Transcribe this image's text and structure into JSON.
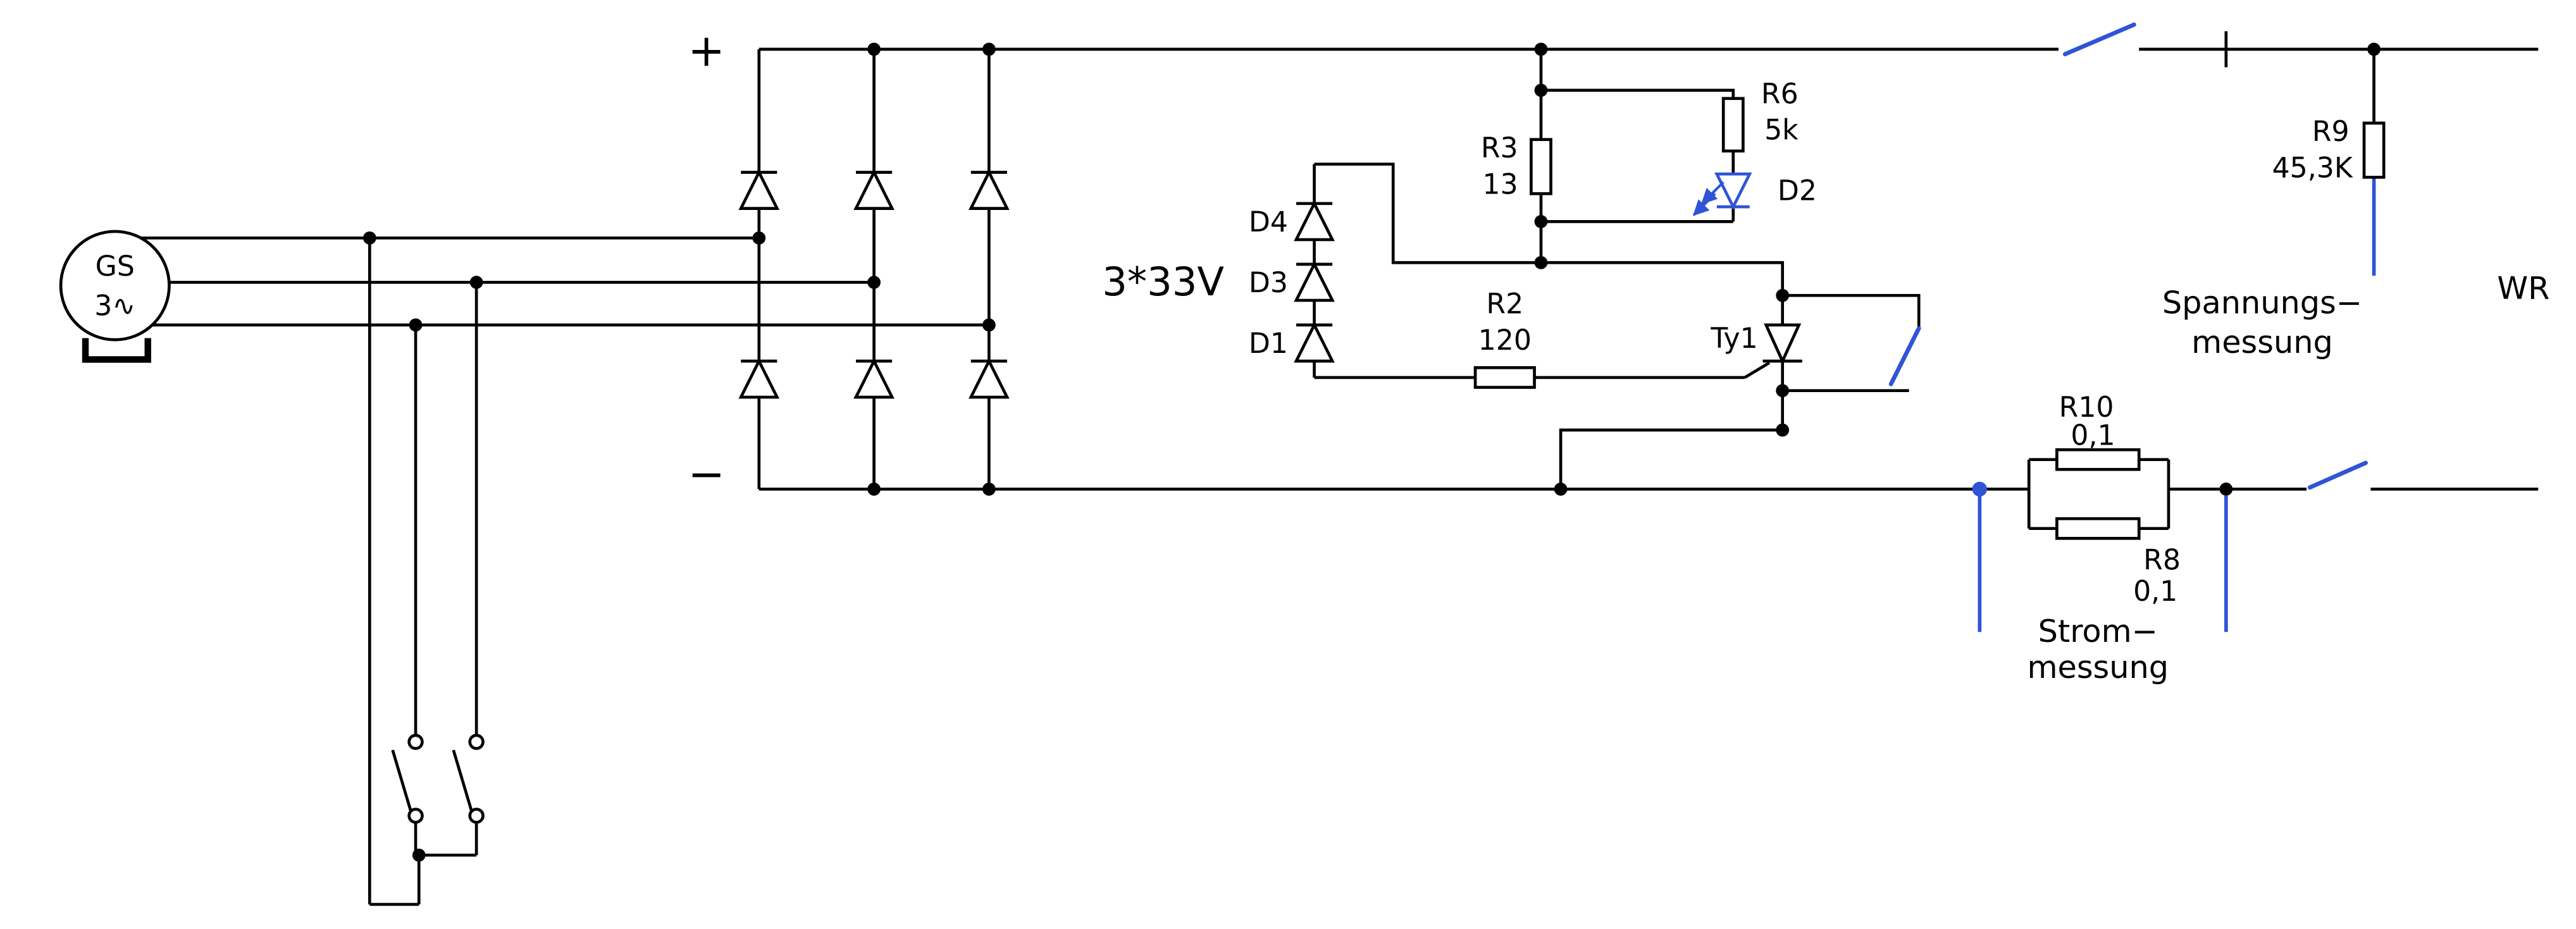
{
  "colors": {
    "wire": "#000000",
    "accent_blue": "#2f54d6",
    "background": "#ffffff"
  },
  "rails": {
    "plus": "+",
    "minus": "−"
  },
  "generator": {
    "line1": "GS",
    "line2": "3∿"
  },
  "zener_bank": {
    "note": "3*33V",
    "d4": "D4",
    "d3": "D3",
    "d1": "D1"
  },
  "r2": {
    "name": "R2",
    "value": "120"
  },
  "r3": {
    "name": "R3",
    "value": "13"
  },
  "r6": {
    "name": "R6",
    "value": "5k"
  },
  "d2": {
    "name": "D2"
  },
  "ty1": {
    "name": "Ty1"
  },
  "r10": {
    "name": "R10",
    "value": "0,1"
  },
  "r8": {
    "name": "R8",
    "value": "0,1"
  },
  "r9": {
    "name": "R9",
    "value": "45,3K"
  },
  "measurements": {
    "voltage_line1": "Spannungs−",
    "voltage_line2": "messung",
    "current_line1": "Strom−",
    "current_line2": "messung"
  },
  "inverter": {
    "label": "WR"
  }
}
